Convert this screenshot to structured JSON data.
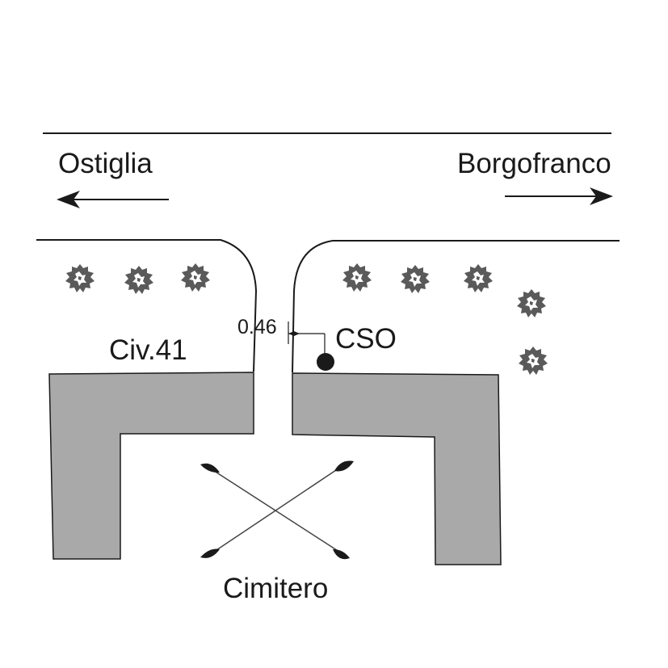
{
  "labels": {
    "west_destination": "Ostiglia",
    "east_destination": "Borgofranco",
    "building_left": "Civ.41",
    "cso": "CSO",
    "distance": "0.46",
    "cemetery": "Cimitero"
  },
  "symbols": {
    "trees_left_count": 3,
    "trees_right_count": 5,
    "tree_icon": "tree-canopy-icon",
    "cemetery_icon": "crossed-bones-icon",
    "cso_icon": "filled-circle-icon"
  },
  "colors": {
    "building_fill": "#a9a9a9",
    "line": "#1a1a1a",
    "tree_fill": "#5a5a5a"
  }
}
